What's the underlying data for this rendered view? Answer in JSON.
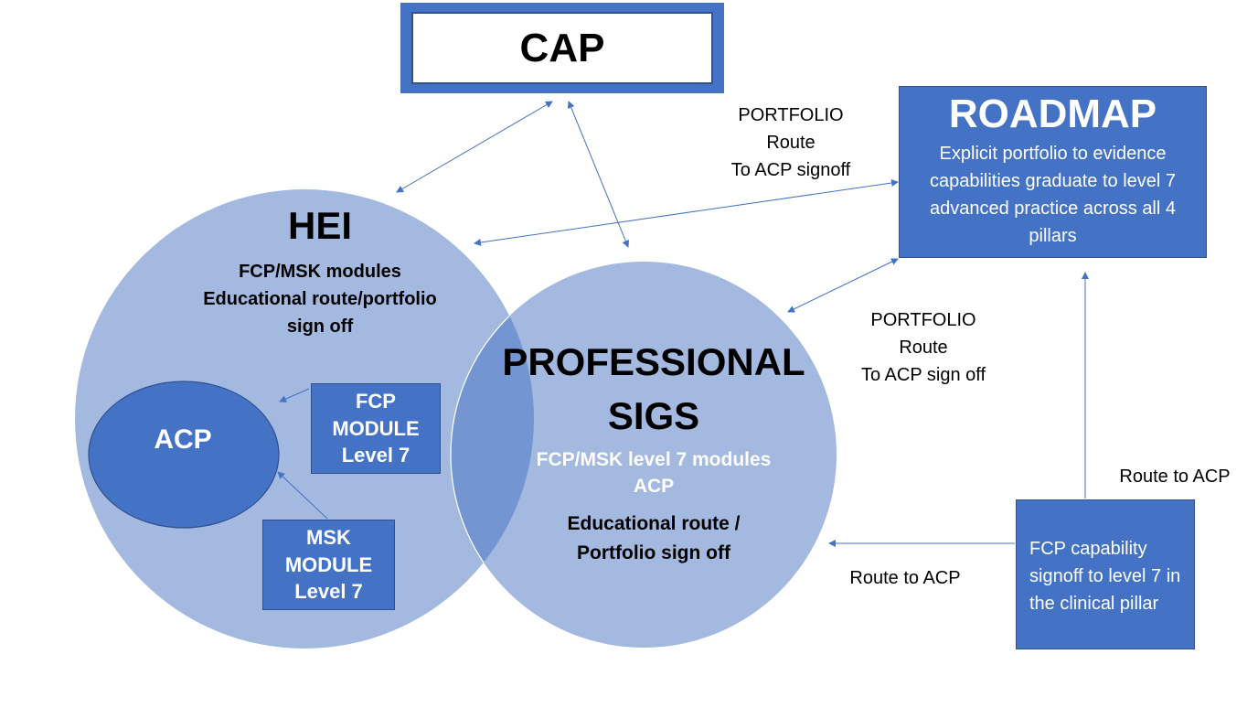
{
  "cap": {
    "title": "CAP"
  },
  "roadmap": {
    "title": "ROADMAP",
    "description": "Explicit portfolio to evidence capabilities graduate to level 7 advanced practice across all 4 pillars"
  },
  "hei": {
    "title": "HEI",
    "description": "FCP/MSK modules Educational route/portfolio sign off"
  },
  "acp": {
    "label": "ACP"
  },
  "fcp_module": {
    "line1": "FCP",
    "line2": "MODULE",
    "line3": "Level 7"
  },
  "msk_module": {
    "line1": "MSK",
    "line2": "MODULE",
    "line3": "Level 7"
  },
  "professional_sigs": {
    "title_line1": "PROFESSIONAL",
    "title_line2": "SIGS",
    "white_text_line1": "FCP/MSK level 7 modules",
    "white_text_line2": "ACP",
    "black_text_line1": "Educational route /",
    "black_text_line2": "Portfolio sign off"
  },
  "routes": {
    "portfolio_top": {
      "line1": "PORTFOLIO",
      "line2": "Route",
      "line3": "To ACP signoff"
    },
    "portfolio_mid": {
      "line1": "PORTFOLIO",
      "line2": "Route",
      "line3": "To ACP sign off"
    },
    "route_right": "Route to ACP",
    "route_bottom": "Route to ACP"
  },
  "fcp_capability": {
    "text": "FCP capability signoff to level 7 in the clinical pillar"
  },
  "colors": {
    "circle_fill": "#a4b9e0",
    "overlap_fill": "#7395d1",
    "acp_fill": "#4472c4",
    "box_fill": "#4472c4",
    "arrow": "#4472c4"
  }
}
